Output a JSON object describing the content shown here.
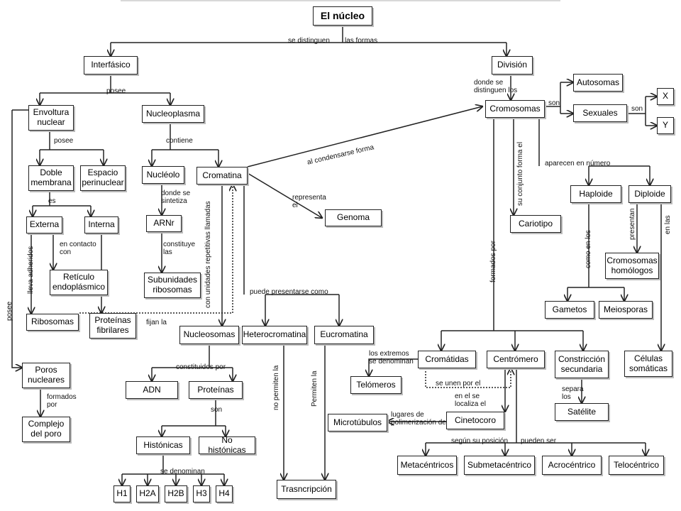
{
  "diagram": {
    "nodes": {
      "nucleo": "El núcleo",
      "interfasico": "Interfásico",
      "division": "División",
      "envoltura": "Envoltura\nnuclear",
      "nucleoplasma": "Nucleoplasma",
      "doble_membrana": "Doble\nmembrana",
      "espacio_perinuclear": "Espacio\nperinuclear",
      "externa": "Externa",
      "interna": "Interna",
      "reticulo": "Retículo\nendoplásmico",
      "ribosomas": "Ribosomas",
      "proteinas_fibrilares": "Proteínas\nfibrilares",
      "poros": "Poros\nnucleares",
      "complejo_poro": "Complejo\ndel poro",
      "nucleolo": "Nucléolo",
      "arnr": "ARNr",
      "subunidades": "Subunidades\nribosomas",
      "cromatina": "Cromatina",
      "genoma": "Genoma",
      "nucleosomas": "Nucleosomas",
      "adn": "ADN",
      "proteinas": "Proteínas",
      "histonicas": "Histónicas",
      "no_histonicas": "No histónicas",
      "h1": "H1",
      "h2a": "H2A",
      "h2b": "H2B",
      "h3": "H3",
      "h4": "H4",
      "heterocromatina": "Heterocromatina",
      "eucromatina": "Eucromatina",
      "transcripcion": "Trasncripción",
      "cromosomas": "Cromosomas",
      "autosomas": "Autosomas",
      "sexuales": "Sexuales",
      "x": "X",
      "y": "Y",
      "cariotipo": "Cariotipo",
      "haploide": "Haploide",
      "diploide": "Diploide",
      "cromosomas_homologos": "Cromosomas\nhomólogos",
      "gametos": "Gametos",
      "meiosporas": "Meiosporas",
      "celulas_somaticas": "Células\nsomáticas",
      "cromatidas": "Cromátidas",
      "centromero": "Centrómero",
      "constriccion": "Constricción\nsecundaria",
      "satelite": "Satélite",
      "telomeros": "Telómeros",
      "cinetocoro": "Cinetocoro",
      "microtubulos": "Microtúbulos",
      "metacentricos": "Metacéntricos",
      "submetacentrico": "Submetacéntrico",
      "acrocentrico": "Acrocéntrico",
      "telocentrico": "Telocéntrico"
    },
    "labels": {
      "se_distinguen": "se distinguen",
      "las_formas": "las formas",
      "posee1": "posee",
      "posee2": "posee",
      "posee3": "posee",
      "contiene": "contiene",
      "es": "es",
      "en_contacto_con": "en contacto\ncon",
      "lleva_adheridos": "lleva adheridos",
      "fijan_la": "fijan la",
      "formados_por1": "formados\npor",
      "donde_se_sintetiza": "donde se\nsintetiza",
      "constituye_las": "constituye\nlas",
      "con_unidades": "con unidades repetitivas llamadas",
      "representa_el": "representa\nel",
      "al_condensarse": "al condensarse forma",
      "puede_presentarse": "puede presentarse como",
      "constituidos_por": "constituidos  por",
      "son1": "son",
      "se_denominan1": "se denominan",
      "no_permiten": "no permiten la",
      "permiten": "Permiten la",
      "donde_se_distinguen_los": "donde se\ndistinguen los",
      "son2": "son",
      "son3": "son",
      "su_conjunto": "su conjunto forma el",
      "aparecen_en_numero": "aparecen en número",
      "formados_por2": "formados por",
      "como_en_los": "como en los",
      "presentan": "presentan",
      "en_las": "en las",
      "los_extremos": "los extremos\nse denominan",
      "se_unen_por_el": "se unen por el",
      "en_el_se_localiza_el": "en el se\nlocaliza el",
      "separa_los": "separa\nlos",
      "lugares_de": "lugares de\npolimerización de",
      "segun_su_posicion": "según su posición",
      "pueden_ser": "pueden ser"
    }
  }
}
